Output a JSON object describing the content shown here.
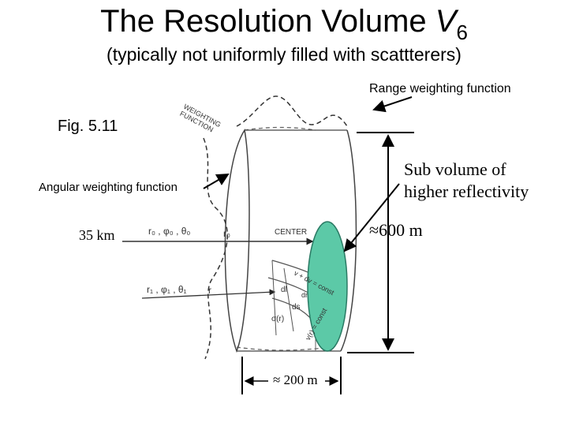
{
  "title": {
    "main": "The Resolution Volume ",
    "variable": "V",
    "subscript": "6"
  },
  "subtitle": "(typically not uniformly filled with scattterers)",
  "labels": {
    "range_weighting": "Range weighting function",
    "fig": "Fig. 5.11",
    "angular_weighting": "Angular weighting function",
    "sub_volume_line1": "Sub volume of",
    "sub_volume_line2": "higher reflectivity",
    "distance": "35 km",
    "height": "≈600 m",
    "width": "≈ 200 m"
  },
  "figure_text": {
    "weighting_function": [
      "WEIGHTING",
      "FUNCTION"
    ],
    "r0_phi0_theta0": "r₀ , φ₀ , θ₀",
    "r0_vec": "r₀",
    "center": "CENTER",
    "r1_phi1_theta1": "r₁ , φ₁ , θ₁",
    "r_vec": "r",
    "v_dv": "v + dv = const",
    "dl": "dl",
    "ds": "ds",
    "dr": "dr",
    "sigma_r": "σ(r)",
    "v_r": "v(r) = const"
  },
  "colors": {
    "ellipse_fill": "#5cc9a7",
    "ellipse_stroke": "#2a7a64"
  }
}
